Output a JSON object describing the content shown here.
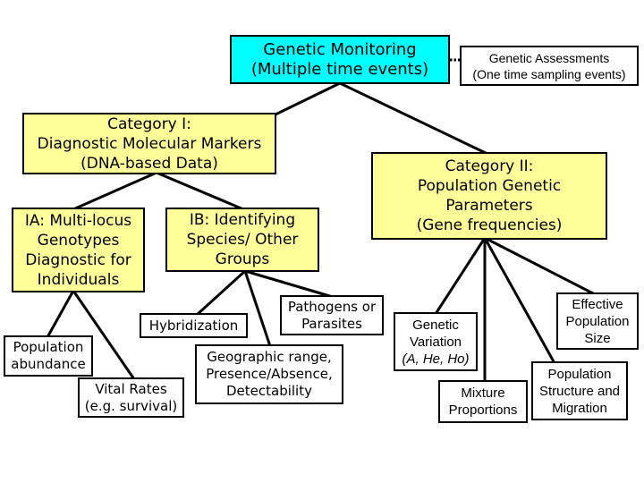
{
  "nodes": {
    "genetic_monitoring": "Genetic Monitoring\n(Multiple time events)",
    "genetic_assessments": "Genetic Assessments\n(One time sampling events)",
    "category_1": "Category I:\nDiagnostic Molecular Markers\n(DNA-based Data)",
    "category_2": "Category II:\nPopulation Genetic\nParameters\n(Gene frequencies)",
    "ia": "IA: Multi-locus\nGenotypes\nDiagnostic for\nIndividuals",
    "ib": "IB: Identifying\nSpecies/ Other\nGroups",
    "population_abundance": "Population\nabundance",
    "vital_rates": "Vital Rates\n(e.g. survival)",
    "hybridization": "Hybridization",
    "geographic_range": "Geographic range,\nPresence/Absence,\nDetectability",
    "pathogens": "Pathogens or\nParasites",
    "genetic_variation": "Genetic\nVariation",
    "genetic_variation_params": "(A, He, Ho)",
    "mixture_proportions": "Mixture\nProportions",
    "population_structure": "Population\nStructure and\nMigration",
    "effective_population_size": "Effective\nPopulation\nSize"
  },
  "colors": {
    "root_fill": "#00ffff",
    "category_fill": "#ffff99",
    "leaf_fill": "#ffffff",
    "line": "#000000"
  }
}
